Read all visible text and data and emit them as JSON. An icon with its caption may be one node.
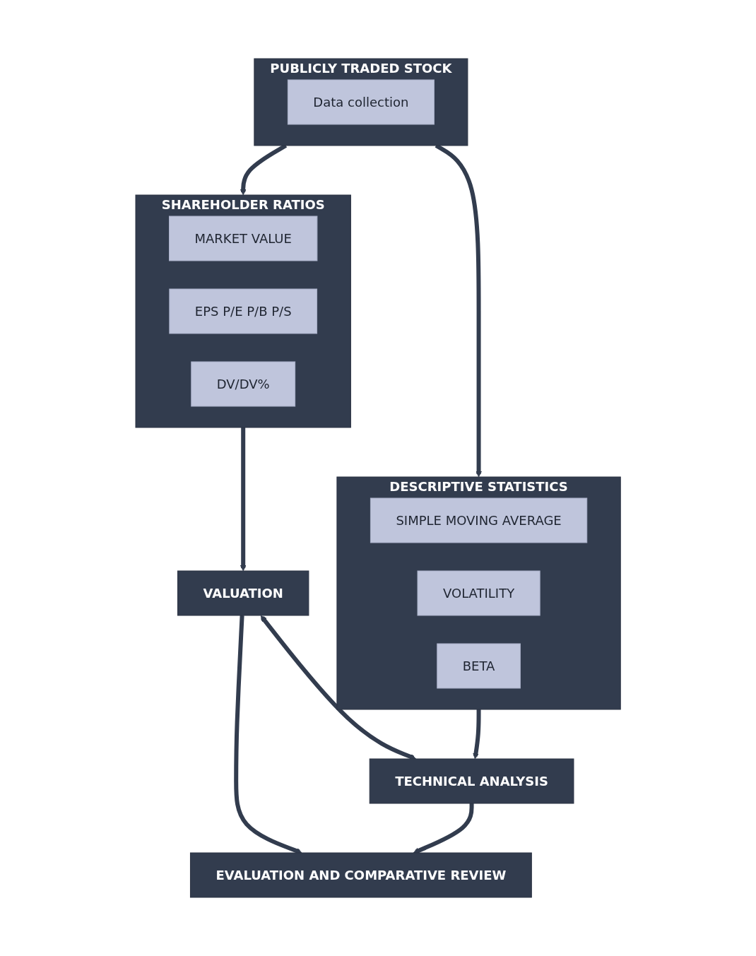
{
  "diagram": {
    "nodes": [
      {
        "text": [
          "PUBLICLY TRADED STOCK"
        ]
      },
      {
        "text": [
          "Data collection"
        ],
        "in": 0
      },
      {
        "text": [
          "SHAREHOLDER RATIOS"
        ]
      },
      {
        "text": [
          "MARKET VALUE"
        ],
        "in": 2
      },
      {
        "text": [
          "EPS P/E P/B P/S"
        ],
        "in": 2
      },
      {
        "text": [
          "DV/DV%"
        ],
        "in": 2
      },
      {
        "text": [
          "DESCRIPTIVE STATISTICS"
        ]
      },
      {
        "text": [
          "SIMPLE MOVING AVERAGE"
        ],
        "in": 6
      },
      {
        "text": [
          "VOLATILITY"
        ],
        "in": 6
      },
      {
        "text": [
          "BETA"
        ],
        "in": 6
      },
      {
        "text": [
          "VALUATION"
        ]
      },
      {
        "text": [
          "TECHNICAL ANALYSIS"
        ]
      },
      {
        "text": [
          "EVALUATION AND COMPARATIVE REVIEW"
        ]
      }
    ],
    "edges": [
      {
        "from": 0,
        "to": 2,
        "arrow": "to"
      },
      {
        "from": 0,
        "to": 6,
        "arrow": "to"
      },
      {
        "from": 2,
        "to": 10,
        "arrow": "to"
      },
      {
        "from": 6,
        "to": 11,
        "arrow": "to"
      },
      {
        "from": 10,
        "to": 11,
        "arrow": "both"
      },
      {
        "from": 10,
        "to": 12,
        "arrow": "to"
      },
      {
        "from": 11,
        "to": 12,
        "arrow": "to"
      }
    ]
  }
}
